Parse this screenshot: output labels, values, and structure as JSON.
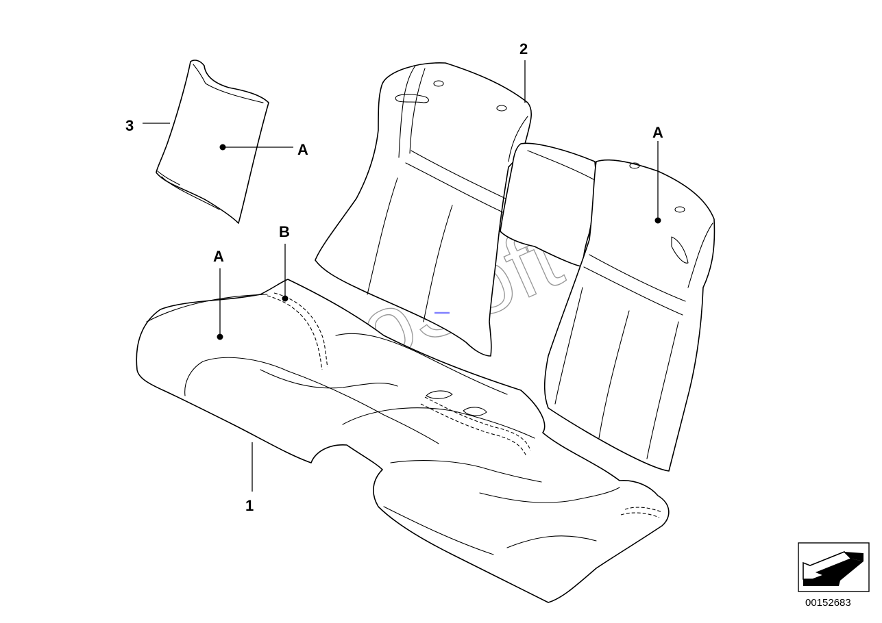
{
  "watermark": "AutoSoft",
  "callouts": {
    "part1": "1",
    "part2": "2",
    "part3": "3",
    "mark_a_cover": "A",
    "mark_a_cushion": "A",
    "mark_b_cushion": "B",
    "mark_a_backrest": "A"
  },
  "reference_number": "00152683",
  "icons": {
    "direction": "arrow-direction-icon"
  }
}
